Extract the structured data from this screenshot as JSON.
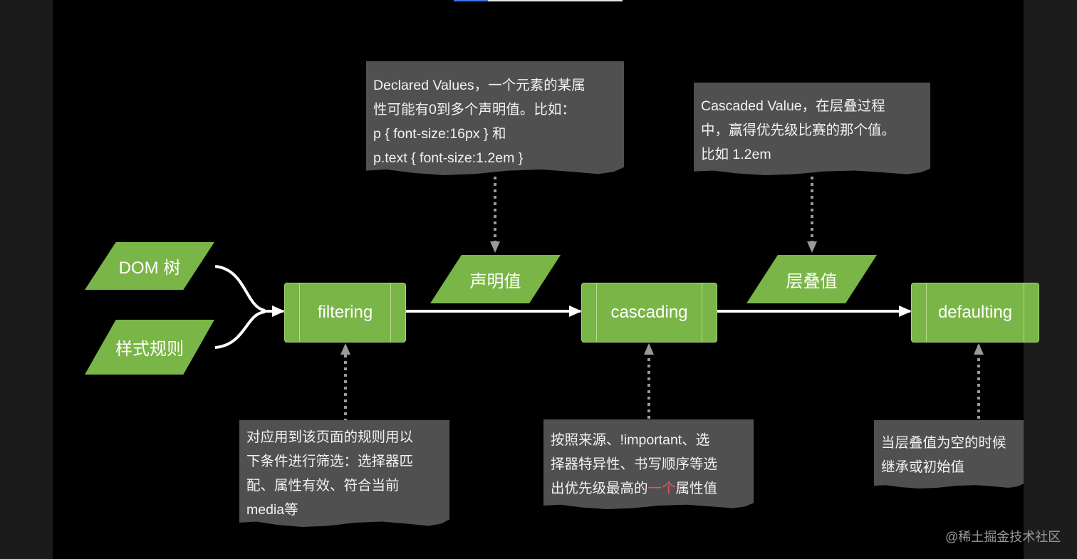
{
  "nodes": {
    "dom_tree": "DOM 树",
    "style_rules": "样式规则",
    "filtering": "filtering",
    "declared": "声明值",
    "cascading": "cascading",
    "cascaded": "层叠值",
    "defaulting": "defaulting"
  },
  "notes": {
    "declared_note": [
      "Declared Values，一个元素的某属",
      "性可能有0到多个声明值。比如：",
      "p { font-size:16px } 和",
      "p.text { font-size:1.2em }"
    ],
    "cascaded_note": [
      "Cascaded Value，在层叠过程",
      "中，赢得优先级比赛的那个值。",
      "比如 1.2em"
    ],
    "filtering_note": [
      "对应用到该页面的规则用以",
      "下条件进行筛选：选择器匹",
      "配、属性有效、符合当前",
      "media等"
    ],
    "cascading_note": {
      "line1": "按照来源、!important、选",
      "line2": "择器特异性、书写顺序等选",
      "line3_pre": "出优先级最高的",
      "line3_hl": "一个",
      "line3_post": "属性值"
    },
    "defaulting_note": [
      "当层叠值为空的时候",
      "继承或初始值"
    ]
  },
  "watermark": "@稀土掘金技术社区",
  "colors": {
    "node_fill": "#7ab547",
    "note_fill": "#505050",
    "highlight": "#e05a62",
    "arrow": "#ffffff",
    "dotted": "#9a9a9a"
  }
}
